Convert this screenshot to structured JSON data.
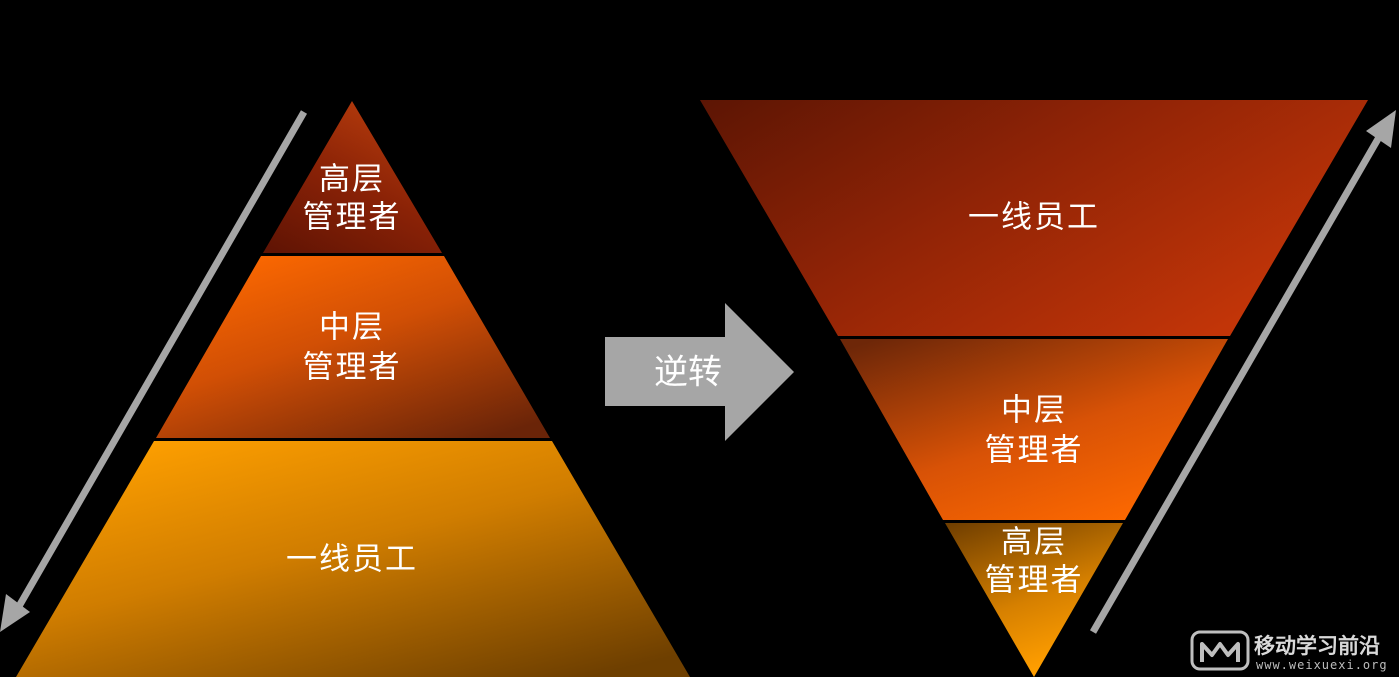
{
  "pyramid": {
    "top_line1": "高层",
    "top_line2": "管理者",
    "mid_line1": "中层",
    "mid_line2": "管理者",
    "bottom": "一线员工"
  },
  "transition": {
    "label": "逆转"
  },
  "inverted_pyramid": {
    "top": "一线员工",
    "mid_line1": "中层",
    "mid_line2": "管理者",
    "bottom_line1": "高层",
    "bottom_line2": "管理者"
  },
  "watermark": {
    "title": "移动学习前沿",
    "url": "www.weixuexi.org"
  },
  "colors": {
    "background": "#000000",
    "arrow_gray": "#a6a6a6",
    "dark_red": "#8a1e06",
    "orange": "#f56400",
    "amber": "#f59a00"
  }
}
